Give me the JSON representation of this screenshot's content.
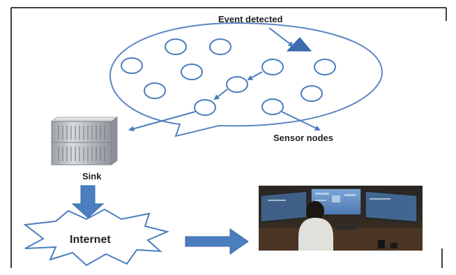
{
  "labels": {
    "event_detected": "Event detected",
    "sensor_nodes": "Sensor nodes",
    "sink": "Sink",
    "internet": "Internet"
  },
  "colors": {
    "accent_blue": "#4a7ebf",
    "node_stroke": "#4a7ebf",
    "server_gray": "#b9bec4",
    "photo_dark": "#1f1a16",
    "screen_blue": "#5f8fc7"
  },
  "icons": {
    "event": "triangle-event-icon",
    "sink": "server-sink-icon",
    "internet": "starburst-internet-icon",
    "monitoring": "monitoring-workstation-photo"
  }
}
